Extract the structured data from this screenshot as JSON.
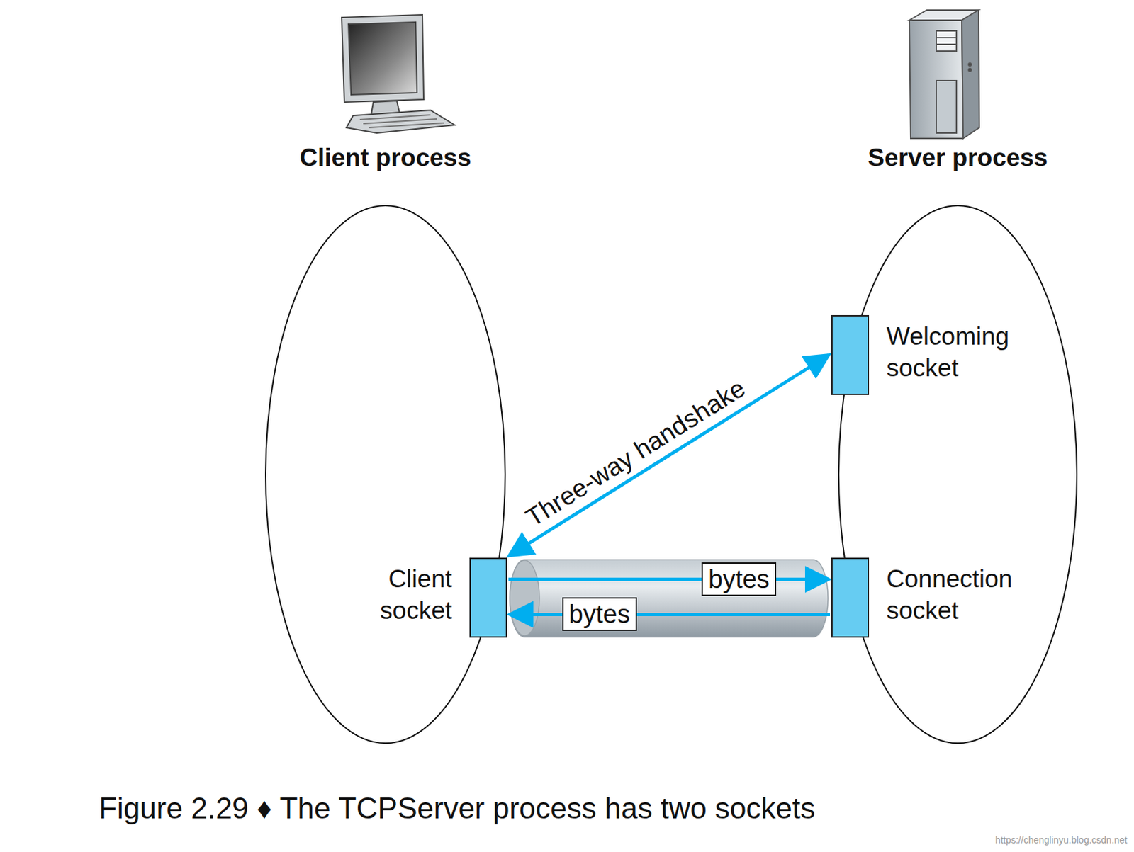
{
  "diagram": {
    "caption": "Figure 2.29 ♦ The TCPServer process has two sockets",
    "nodes": [
      {
        "text": [
          "Client process"
        ]
      },
      {
        "text": [
          "Client socket"
        ],
        "in": 0
      },
      {
        "text": [
          "Server process"
        ]
      },
      {
        "text": [
          "Welcoming socket"
        ],
        "in": 2
      },
      {
        "text": [
          "Connection socket"
        ],
        "in": 2
      }
    ],
    "edges": [
      {
        "from": 1,
        "to": 3,
        "label": "Three-way handshake",
        "arrow": "both"
      },
      {
        "from": 1,
        "to": 4,
        "label": "bytes",
        "arrow": "to"
      },
      {
        "from": 4,
        "to": 1,
        "label": "bytes",
        "arrow": "to"
      }
    ],
    "labels": [
      "https://chenglinyu.blog.csdn.net"
    ]
  }
}
